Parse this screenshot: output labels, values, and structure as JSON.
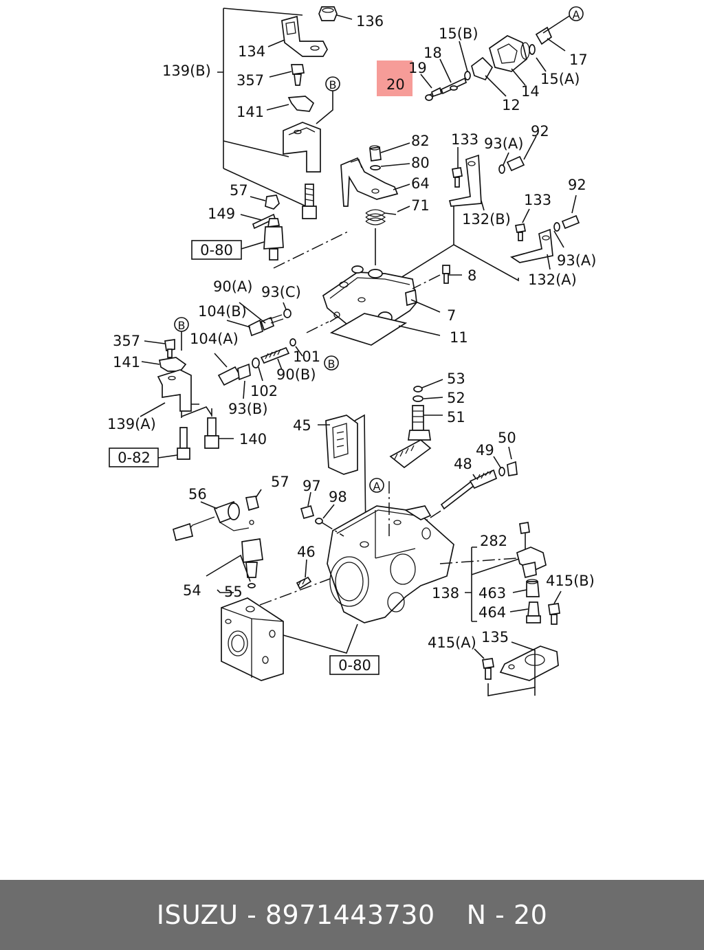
{
  "callouts": {
    "c136": "136",
    "c134": "134",
    "c139b": "139(B)",
    "c357a": "357",
    "c141a": "141",
    "c57a": "57",
    "c149": "149",
    "c15b": "15(B)",
    "c18": "18",
    "c19": "19",
    "c20": "20",
    "c17": "17",
    "c15a": "15(A)",
    "c14": "14",
    "c12": "12",
    "c82": "82",
    "c80": "80",
    "c64": "64",
    "c71": "71",
    "c133a": "133",
    "c93a1": "93(A)",
    "c92a": "92",
    "c132b": "132(B)",
    "c133b": "133",
    "c92b": "92",
    "c93a2": "93(A)",
    "c132a": "132(A)",
    "c8": "8",
    "c7": "7",
    "c11": "11",
    "c90a": "90(A)",
    "c93c": "93(C)",
    "c104b": "104(B)",
    "c104a": "104(A)",
    "c101": "101",
    "c357b": "357",
    "c141b": "141",
    "c90b": "90(B)",
    "c102": "102",
    "c93b": "93(B)",
    "c139a": "139(A)",
    "c140": "140",
    "c53": "53",
    "c52": "52",
    "c51": "51",
    "c45": "45",
    "c50": "50",
    "c49": "49",
    "c48": "48",
    "c56": "56",
    "c57b": "57",
    "c97": "97",
    "c98": "98",
    "c46": "46",
    "c54": "54",
    "c55": "55",
    "c282": "282",
    "c138": "138",
    "c463": "463",
    "c415b": "415(B)",
    "c464": "464",
    "c415a": "415(A)",
    "c135": "135"
  },
  "ref_letters": {
    "a1": "A",
    "a2": "A",
    "b1": "B",
    "b2": "B",
    "b3": "B"
  },
  "ref_boxes": {
    "box_o80_top": "0-80",
    "box_o82": "0-82",
    "box_o80_bottom": "0-80"
  },
  "highlight": {
    "part": "20",
    "color": "#f58b86"
  },
  "footer": {
    "brand_part": "ISUZU - 8971443730",
    "page": "N - 20"
  }
}
